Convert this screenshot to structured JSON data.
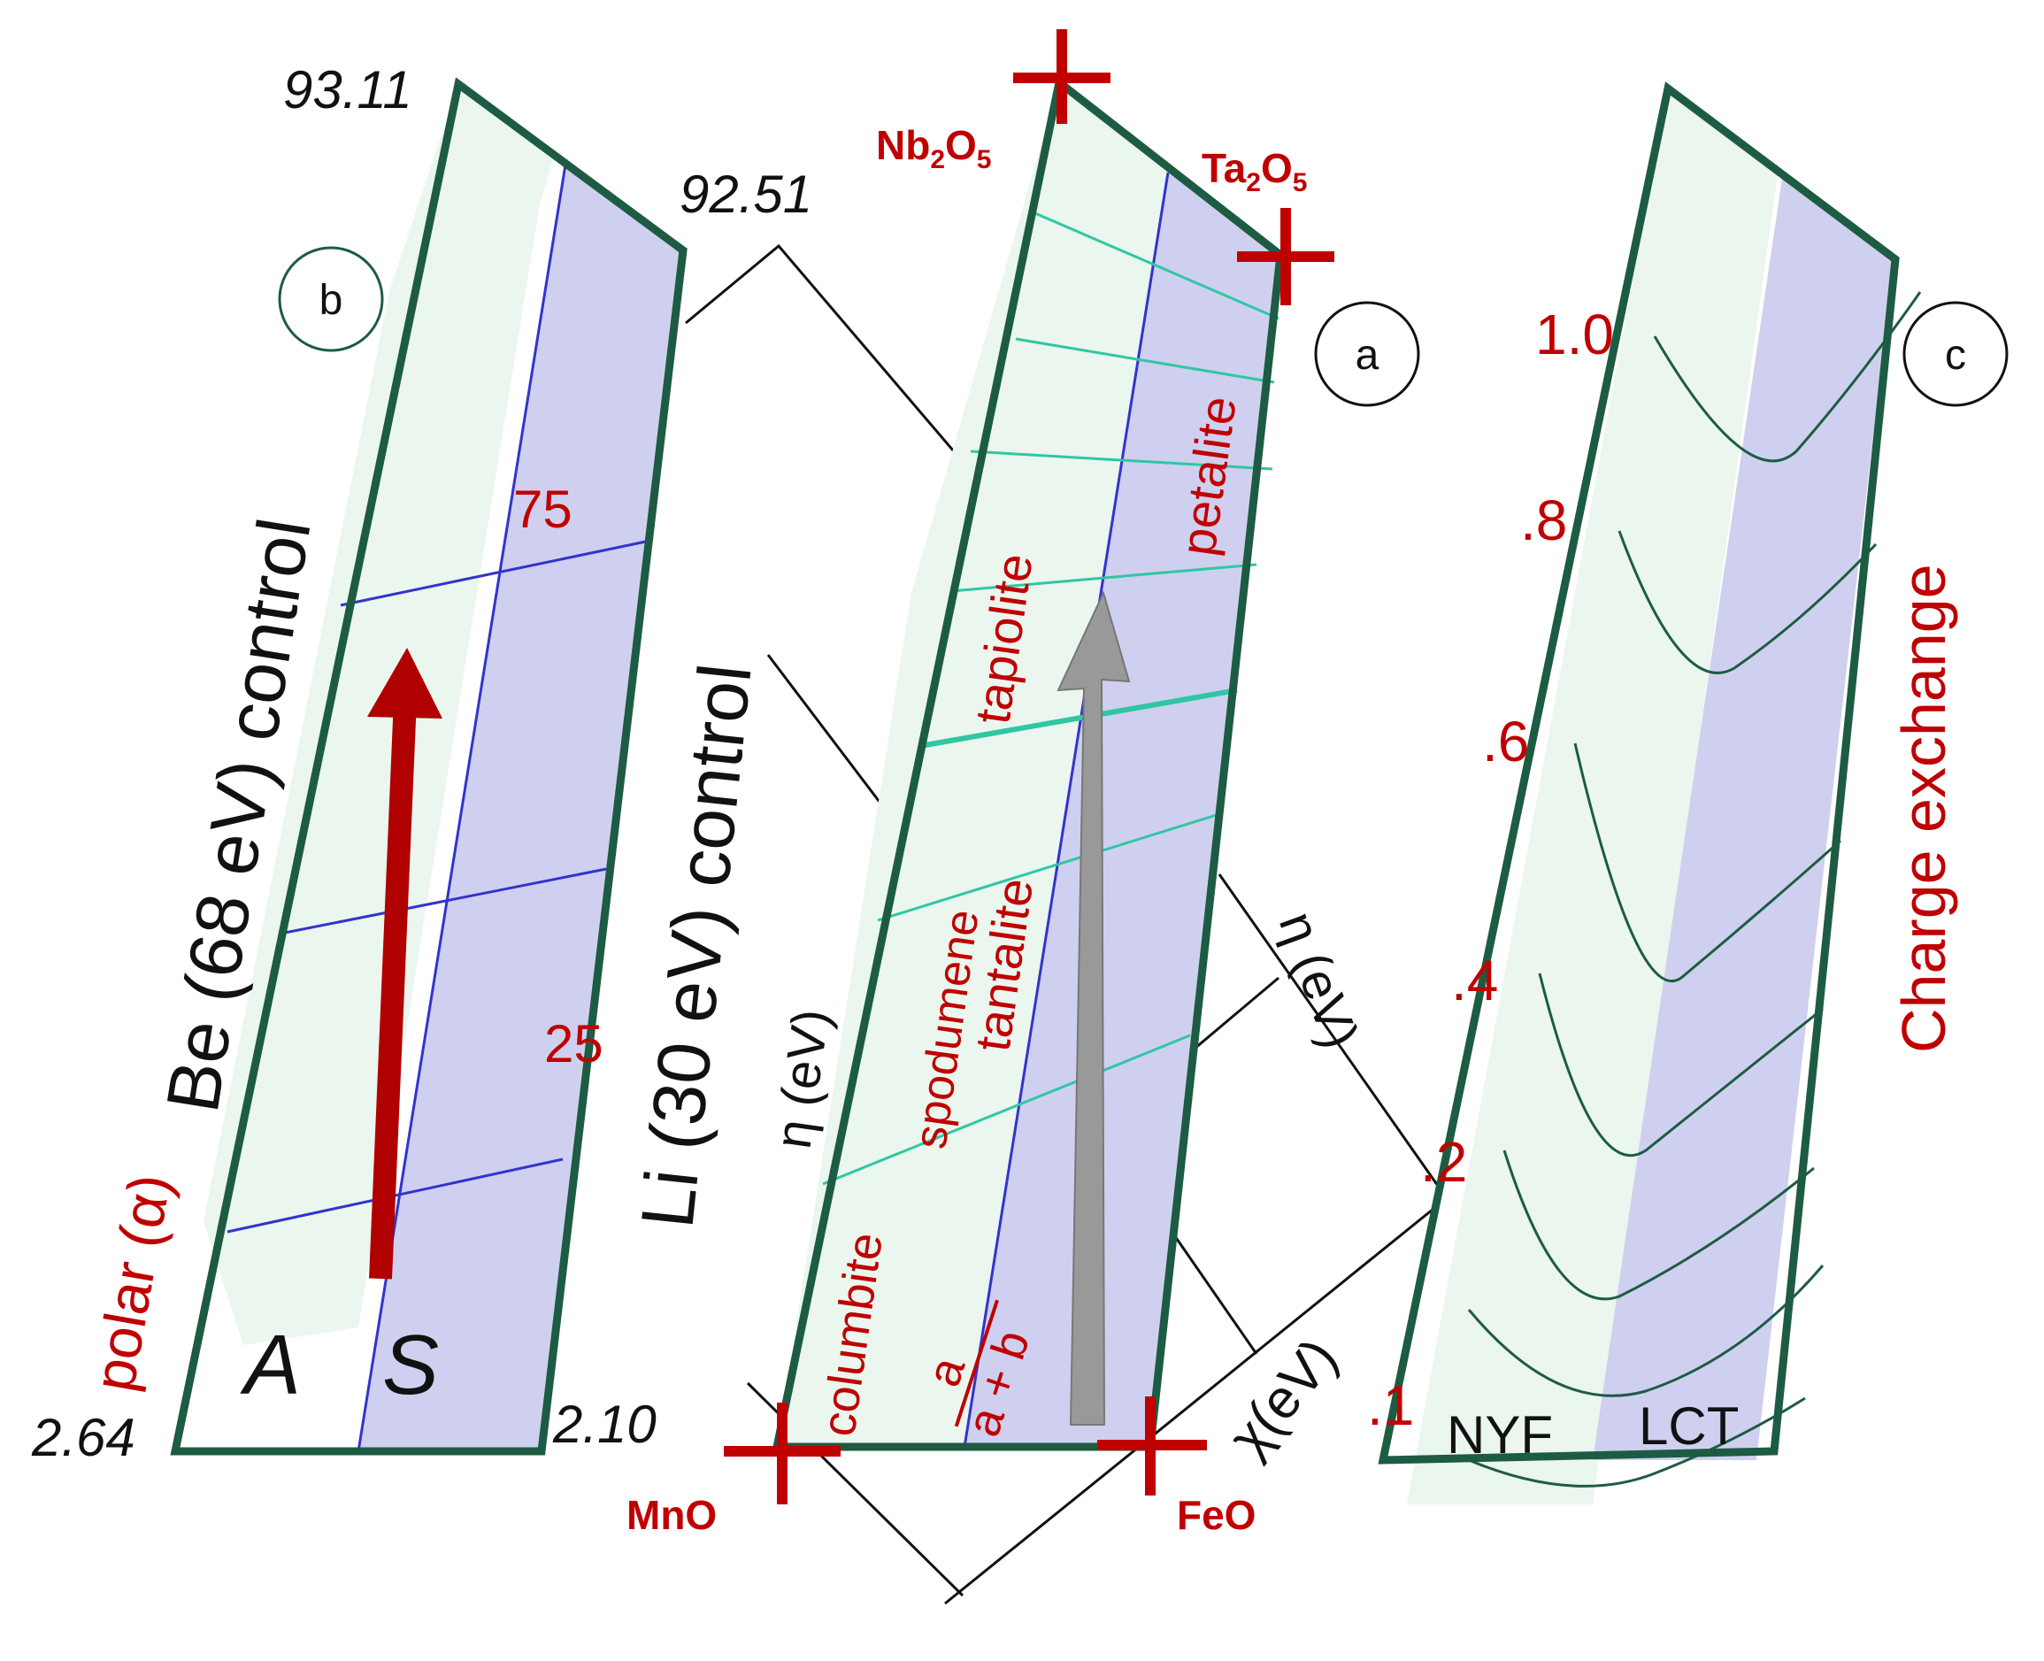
{
  "colors": {
    "frame": "#1d5c42",
    "shade_a": "#eaf6ee",
    "shade_s": "#cfd0f0",
    "blue_line": "#3333cc",
    "cyan_line": "#2fc7a3",
    "red_text": "#c00000",
    "cross": "#c00000",
    "arrow_red": "#b00000",
    "arrow_gray": "#999999"
  },
  "panel_b": {
    "circle_label": "b",
    "corner_top_left": "93.11",
    "corner_top_right": "92.51",
    "corner_bottom_left": "2.64",
    "corner_bottom_right": "2.10",
    "axis_left": "Be (68 eV) control",
    "axis_right": "Li (30 eV) control",
    "polar_label": "polar (α)",
    "field_a": "A",
    "field_s": "S",
    "contour_75": "75",
    "contour_25": "25"
  },
  "panel_a": {
    "circle_label": "a",
    "top_left_oxide": "Nb",
    "top_left_sub": "2",
    "top_left_rest": "O",
    "top_left_sub2": "5",
    "top_right_oxide": "Ta",
    "top_right_sub": "2",
    "top_right_rest": "O",
    "top_right_sub2": "5",
    "bottom_left_oxide": "MnO",
    "bottom_right_oxide": "FeO",
    "minerals": {
      "petalite": "petalite",
      "tapiolite": "tapiolite",
      "tantalite": "tantalite",
      "spodumene": "spodumene",
      "columbite": "columbite"
    },
    "ratio_num": "a",
    "ratio_den": "a + b",
    "eta_left": "η (eV)",
    "eta_right": "η (eV)",
    "chi": "χ(eV)"
  },
  "panel_c": {
    "circle_label": "c",
    "axis_title": "Charge exchange",
    "ticks": [
      "1.0",
      ".8",
      ".6",
      ".4",
      ".2",
      ".1"
    ],
    "bottom_left_label": "NYF",
    "bottom_right_label": "LCT"
  }
}
